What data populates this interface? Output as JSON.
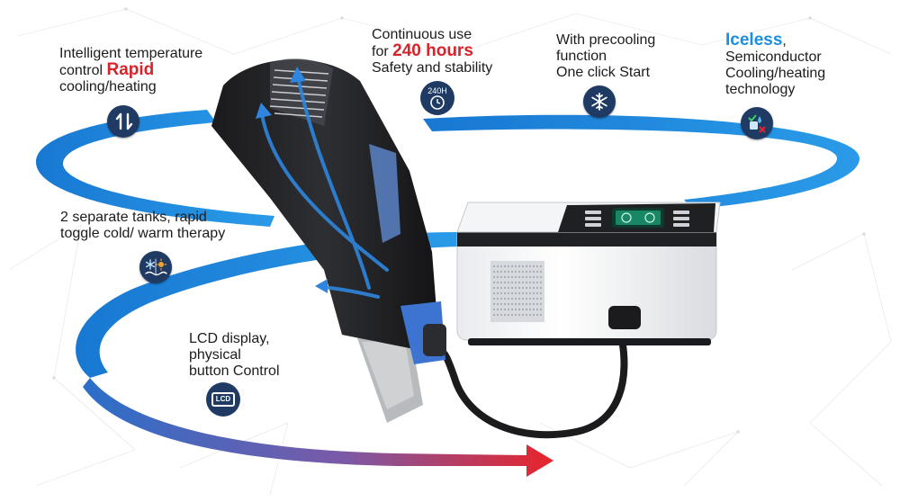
{
  "features": {
    "temp": {
      "line1": "Intelligent temperature",
      "line2_prefix": "control ",
      "highlight": "Rapid",
      "line3": "cooling/heating",
      "icon": "up-down-arrows-icon"
    },
    "hours": {
      "line1": "Continuous use",
      "line2_prefix": "for ",
      "highlight": "240 hours",
      "line3": "Safety and stability",
      "icon_label": "240H",
      "icon": "clock-icon"
    },
    "precool": {
      "line1": "With precooling",
      "line2": "function",
      "line3": "One click Start",
      "icon": "snowflake-icon"
    },
    "iceless": {
      "highlight": "Iceless",
      "line1_suffix": ",",
      "line2": "Semiconductor",
      "line3": "Cooling/heating",
      "line4": "technology",
      "icon": "no-ice-icon"
    },
    "tanks": {
      "line1": "2 separate tanks, rapid",
      "line2": "toggle cold/ warm therapy",
      "icon": "cold-warm-icon"
    },
    "lcd": {
      "line1": "LCD display,",
      "line2": "physical",
      "line3": "button Control",
      "icon_label": "LCD",
      "icon": "lcd-icon"
    }
  },
  "colors": {
    "accent_red": "#d7232b",
    "accent_blue": "#1a8fe0",
    "badge": "#1f3b63",
    "ribbon": "#1a7fd6"
  }
}
